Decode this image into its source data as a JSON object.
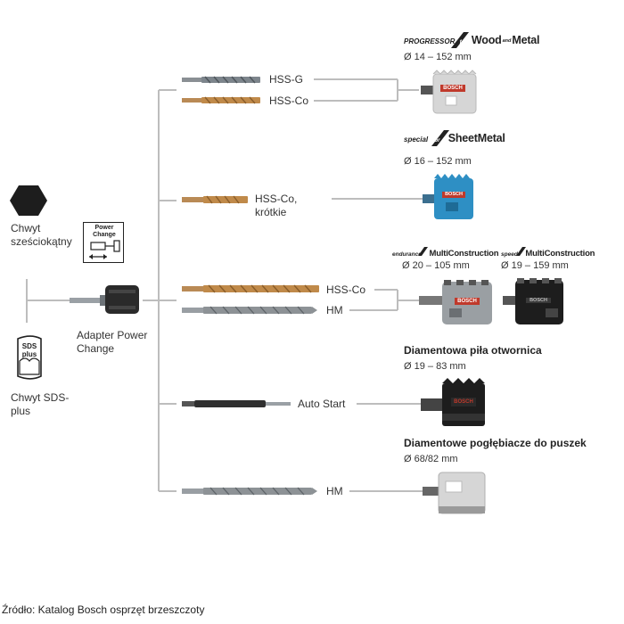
{
  "left": {
    "hex_label": "Chwyt sześciokątny",
    "power_change_icon_text": "Power Change",
    "sds_icon_text_1": "SDS",
    "sds_icon_text_2": "plus",
    "sds_label": "Chwyt SDS-plus",
    "adapter_label": "Adapter Power Change"
  },
  "drills": {
    "hss_g": "HSS-G",
    "hss_co_1": "HSS-Co",
    "hss_co_short": "HSS-Co, krótkie",
    "hss_co_2": "HSS-Co",
    "hm_1": "HM",
    "auto_start": "Auto Start",
    "hm_2": "HM"
  },
  "products": {
    "woodmetal": {
      "prefix": "PROGRESSOR",
      "mid": "for",
      "name": "Wood",
      "name2": "Metal",
      "dim": "Ø 14 – 152 mm"
    },
    "sheetmetal": {
      "prefix": "special",
      "mid": "for",
      "name": "SheetMetal",
      "dim": "Ø 16 – 152 mm"
    },
    "endurance": {
      "prefix": "endurance",
      "mid": "for",
      "name": "MultiConstruction",
      "dim": "Ø 20 – 105 mm"
    },
    "speed": {
      "prefix": "speed",
      "mid": "for",
      "name": "MultiConstruction",
      "dim": "Ø 19 – 159 mm"
    },
    "diamond_saw": {
      "title": "Diamentowa piła otwornica",
      "dim": "Ø 19 – 83 mm"
    },
    "diamond_box": {
      "title": "Diamentowe pogłębiacze do puszek",
      "dim": "Ø 68/82 mm"
    },
    "bosch_logo": "BOSCH"
  },
  "source": "Źródło: Katalog Bosch osprzęt brzeszczoty",
  "colors": {
    "line": "#bdbdbd",
    "gold": "#c08a4a",
    "steel": "#8d9296",
    "hss_g_steel": "#7d858c",
    "blue": "#2e8fc4",
    "dark": "#1d1d1d"
  }
}
